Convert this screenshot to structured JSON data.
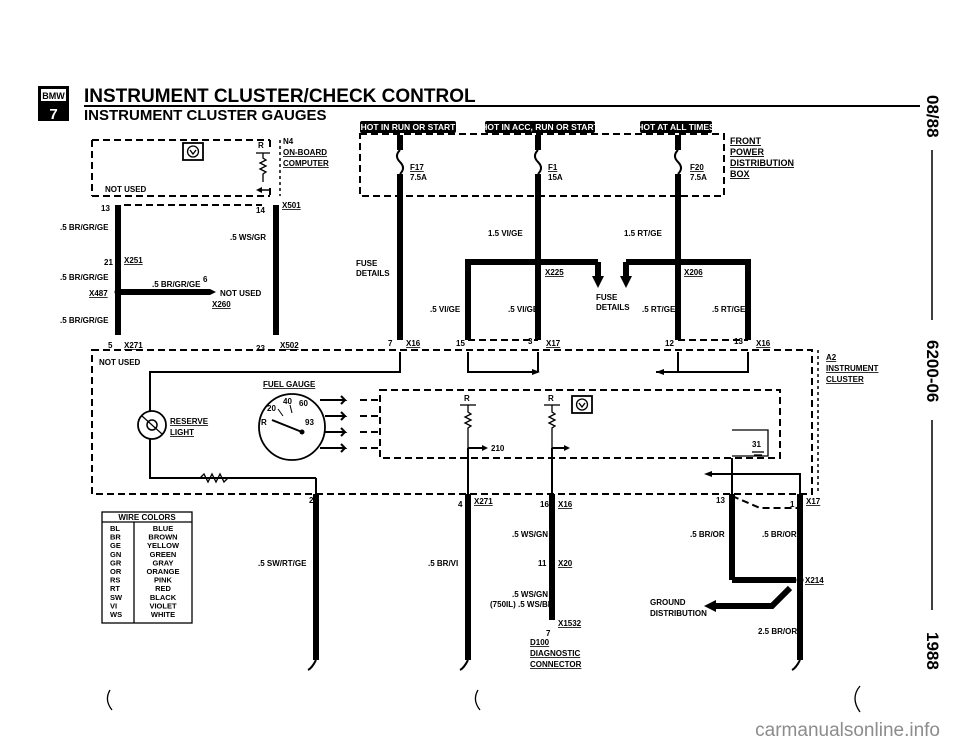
{
  "header": {
    "badge_top": "BMW",
    "badge_bottom": "7",
    "title": "INSTRUMENT CLUSTER/CHECK CONTROL",
    "subtitle": "INSTRUMENT CLUSTER GAUGES"
  },
  "side_text": {
    "date": "08/88",
    "code": "6200-06",
    "year": "1988"
  },
  "hot_labels": {
    "run_start": "HOT IN RUN OR START",
    "acc_run_start": "HOT IN ACC, RUN OR START",
    "all_times": "HOT AT ALL TIMES"
  },
  "fuses": {
    "f17_name": "F17",
    "f17_amp": "7.5A",
    "f1_name": "F1",
    "f1_amp": "15A",
    "f20_name": "F20",
    "f20_amp": "7.5A"
  },
  "front_box": [
    "FRONT",
    "POWER",
    "DISTRIBUTION",
    "BOX"
  ],
  "n4": [
    "N4",
    "ON-BOARD",
    "COMPUTER"
  ],
  "a2": [
    "A2",
    "INSTRUMENT",
    "CLUSTER"
  ],
  "d100": [
    "D100",
    "DIAGNOSTIC",
    "CONNECTOR"
  ],
  "ground_dist": [
    "GROUND",
    "DISTRIBUTION"
  ],
  "labels": {
    "not_used_1": "NOT USED",
    "not_used_2": "NOT USED",
    "not_used_3": "NOT USED",
    "r": "R",
    "pin13": "13",
    "pin14": "14",
    "pin21": "21",
    "pin5": "5",
    "pin23": "23",
    "pin7a": "7",
    "pin15": "15",
    "pin3": "3",
    "pin12": "12",
    "pin13b": "13",
    "pin2": "2",
    "pin4": "4",
    "pin16": "16",
    "pin11": "11",
    "pin13c": "13",
    "pin1": "1",
    "pin7b": "7",
    "pin6": "6",
    "pin31": "31",
    "pin210": "210",
    "x501": "X501",
    "x251": "X251",
    "x487": "X487",
    "x260": "X260",
    "x271": "X271",
    "x502": "X502",
    "x16": "X16",
    "x17": "X17",
    "x16b": "X16",
    "x225": "X225",
    "x206": "X206",
    "x271b": "X271",
    "x16c": "X16",
    "x20": "X20",
    "x17b": "X17",
    "x214": "X214",
    "x1532": "X1532",
    "fuse_details_1": "FUSE",
    "fuse_details_2": "DETAILS",
    "fuse_details_3": "FUSE",
    "fuse_details_4": "DETAILS",
    "fuel_gauge": "FUEL GAUGE",
    "reserve_1": "RESERVE",
    "reserve_2": "LIGHT",
    "gauge_40": "40",
    "gauge_60": "60",
    "gauge_20": "20",
    "gauge_93": "93",
    "gauge_r": "R"
  },
  "wires": {
    "w1": ".5 BR/GR/GE",
    "w2": ".5 WS/GR",
    "w3": ".5 BR/GR/GE",
    "w4": ".5 BR/GR/GE",
    "w5": ".5 BR/GR/GE",
    "w6": "1.5 VI/GE",
    "w7": "1.5 RT/GE",
    "w8": ".5 VI/GE",
    "w9": ".5 VI/GE",
    "w10": ".5 RT/GE",
    "w11": ".5 RT/GE",
    "w12": ".5 SW/RT/GE",
    "w13": ".5 BR/VI",
    "w14": ".5 WS/GN",
    "w15": ".5 WS/GN",
    "w16": "(750IL) .5 WS/BL",
    "w17": ".5 BR/OR",
    "w18": ".5 BR/OR",
    "w19": "2.5 BR/OR"
  },
  "wire_colors": {
    "title": "WIRE COLORS",
    "rows": [
      [
        "BL",
        "BLUE"
      ],
      [
        "BR",
        "BROWN"
      ],
      [
        "GE",
        "YELLOW"
      ],
      [
        "GN",
        "GREEN"
      ],
      [
        "GR",
        "GRAY"
      ],
      [
        "OR",
        "ORANGE"
      ],
      [
        "RS",
        "PINK"
      ],
      [
        "RT",
        "RED"
      ],
      [
        "SW",
        "BLACK"
      ],
      [
        "VI",
        "VIOLET"
      ],
      [
        "WS",
        "WHITE"
      ]
    ]
  },
  "watermark": "carmanualsonline.info"
}
